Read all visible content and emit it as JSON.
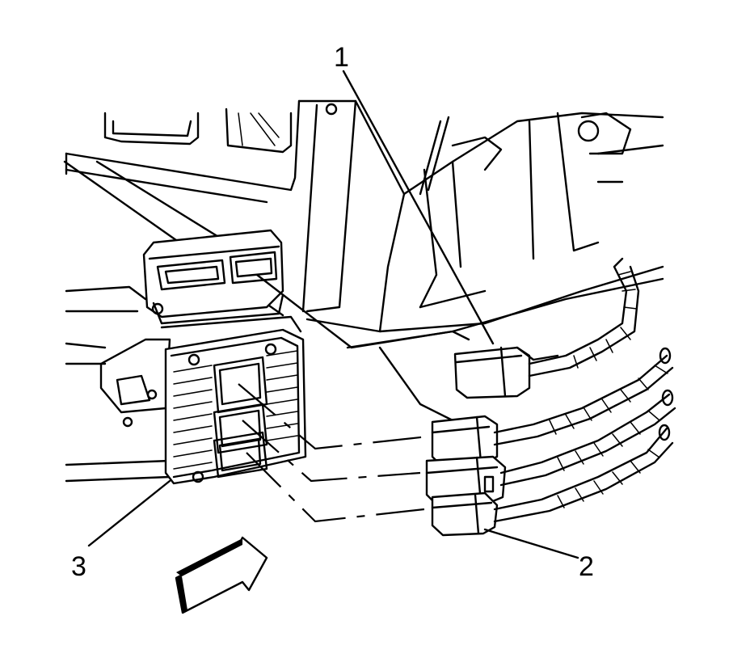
{
  "callouts": [
    {
      "id": "1",
      "text": "1"
    },
    {
      "id": "2",
      "text": "2"
    },
    {
      "id": "3",
      "text": "3"
    }
  ],
  "colors": {
    "line": "#000000",
    "background": "#ffffff"
  }
}
